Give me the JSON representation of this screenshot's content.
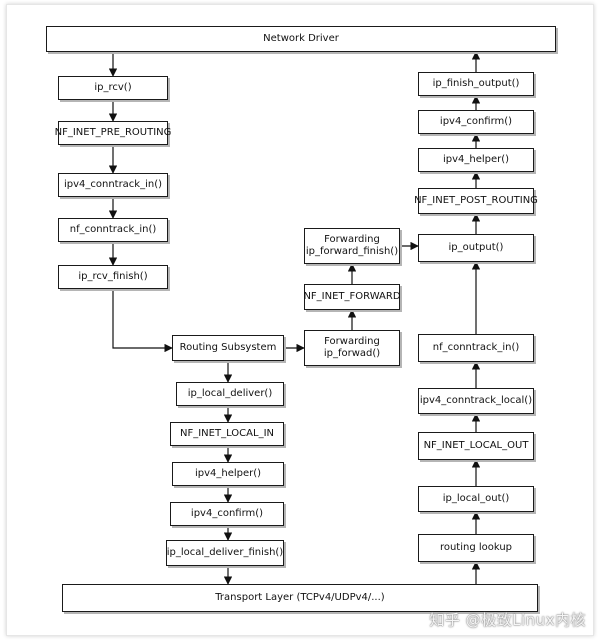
{
  "nodes": {
    "network_driver": "Network Driver",
    "ip_rcv": "ip_rcv()",
    "nf_inet_pre_routing": "NF_INET_PRE_ROUTING",
    "ipv4_conntrack_in": "ipv4_conntrack_in()",
    "nf_conntrack_in_left": "nf_conntrack_in()",
    "ip_rcv_finish": "ip_rcv_finish()",
    "routing_subsystem": "Routing Subsystem",
    "ip_local_deliver": "ip_local_deliver()",
    "nf_inet_local_in": "NF_INET_LOCAL_IN",
    "ipv4_helper_left": "ipv4_helper()",
    "ipv4_confirm_left": "ipv4_confirm()",
    "ip_local_deliver_finish": "ip_local_deliver_finish()",
    "transport_layer": "Transport Layer (TCPv4/UDPv4/...)",
    "forwarding_ip_forward": "Forwarding\nip_forwad()",
    "nf_inet_forward": "NF_INET_FORWARD",
    "forwarding_ip_forward_finish": "Forwarding\nip_forward_finish()",
    "ip_output": "ip_output()",
    "nf_inet_post_routing": "NF_INET_POST_ROUTING",
    "ipv4_helper_right": "ipv4_helper()",
    "ipv4_confirm_right": "ipv4_confirm()",
    "ip_finish_output": "ip_finish_output()",
    "nf_conntrack_in_right": "nf_conntrack_in()",
    "ipv4_conntrack_local": "ipv4_conntrack_local()",
    "nf_inet_local_out": "NF_INET_LOCAL_OUT",
    "ip_local_out": "ip_local_out()",
    "routing_lookup": "routing lookup"
  },
  "watermark": "知乎 @极致Linux内核"
}
